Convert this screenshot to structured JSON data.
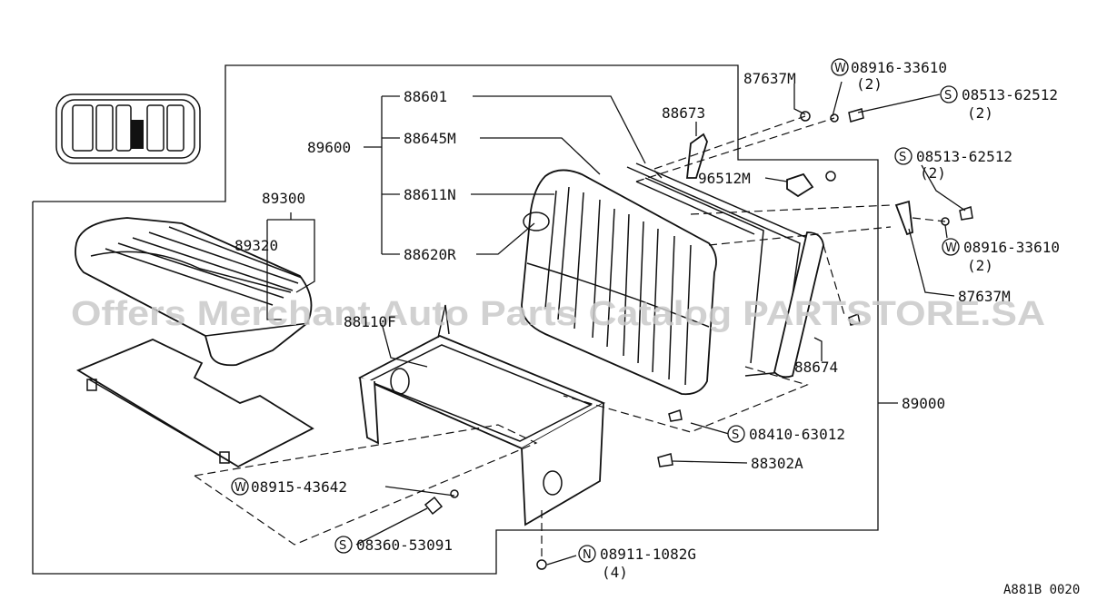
{
  "watermark": "Offers Merchant Auto Parts Catalog PARTSTORE.SA",
  "figure_code": "A881B 0020",
  "prefix": {
    "W": "W",
    "S": "S",
    "N": "N"
  },
  "parts": {
    "p87637M_top": "87637M",
    "p08916_top": "08916-33610",
    "q08916_top": "(2)",
    "p08513_top": "08513-62512",
    "q08513_top": "(2)",
    "p88673": "88673",
    "p88601": "88601",
    "p88645M": "88645M",
    "p89600": "89600",
    "p88611N": "88611N",
    "p88620R": "88620R",
    "p96512M": "96512M",
    "p08513_mid": "08513-62512",
    "q08513_mid": "(2)",
    "p08916_mid": "08916-33610",
    "q08916_mid": "(2)",
    "p87637M_mid": "87637M",
    "p89300": "89300",
    "p89320": "89320",
    "p88110F": "88110F",
    "p88674": "88674",
    "p89000": "89000",
    "p08410": "08410-63012",
    "p88302A": "88302A",
    "p08915": "08915-43642",
    "p08360": "08360-53091",
    "p08911": "08911-1082G",
    "q08911": "(4)"
  }
}
